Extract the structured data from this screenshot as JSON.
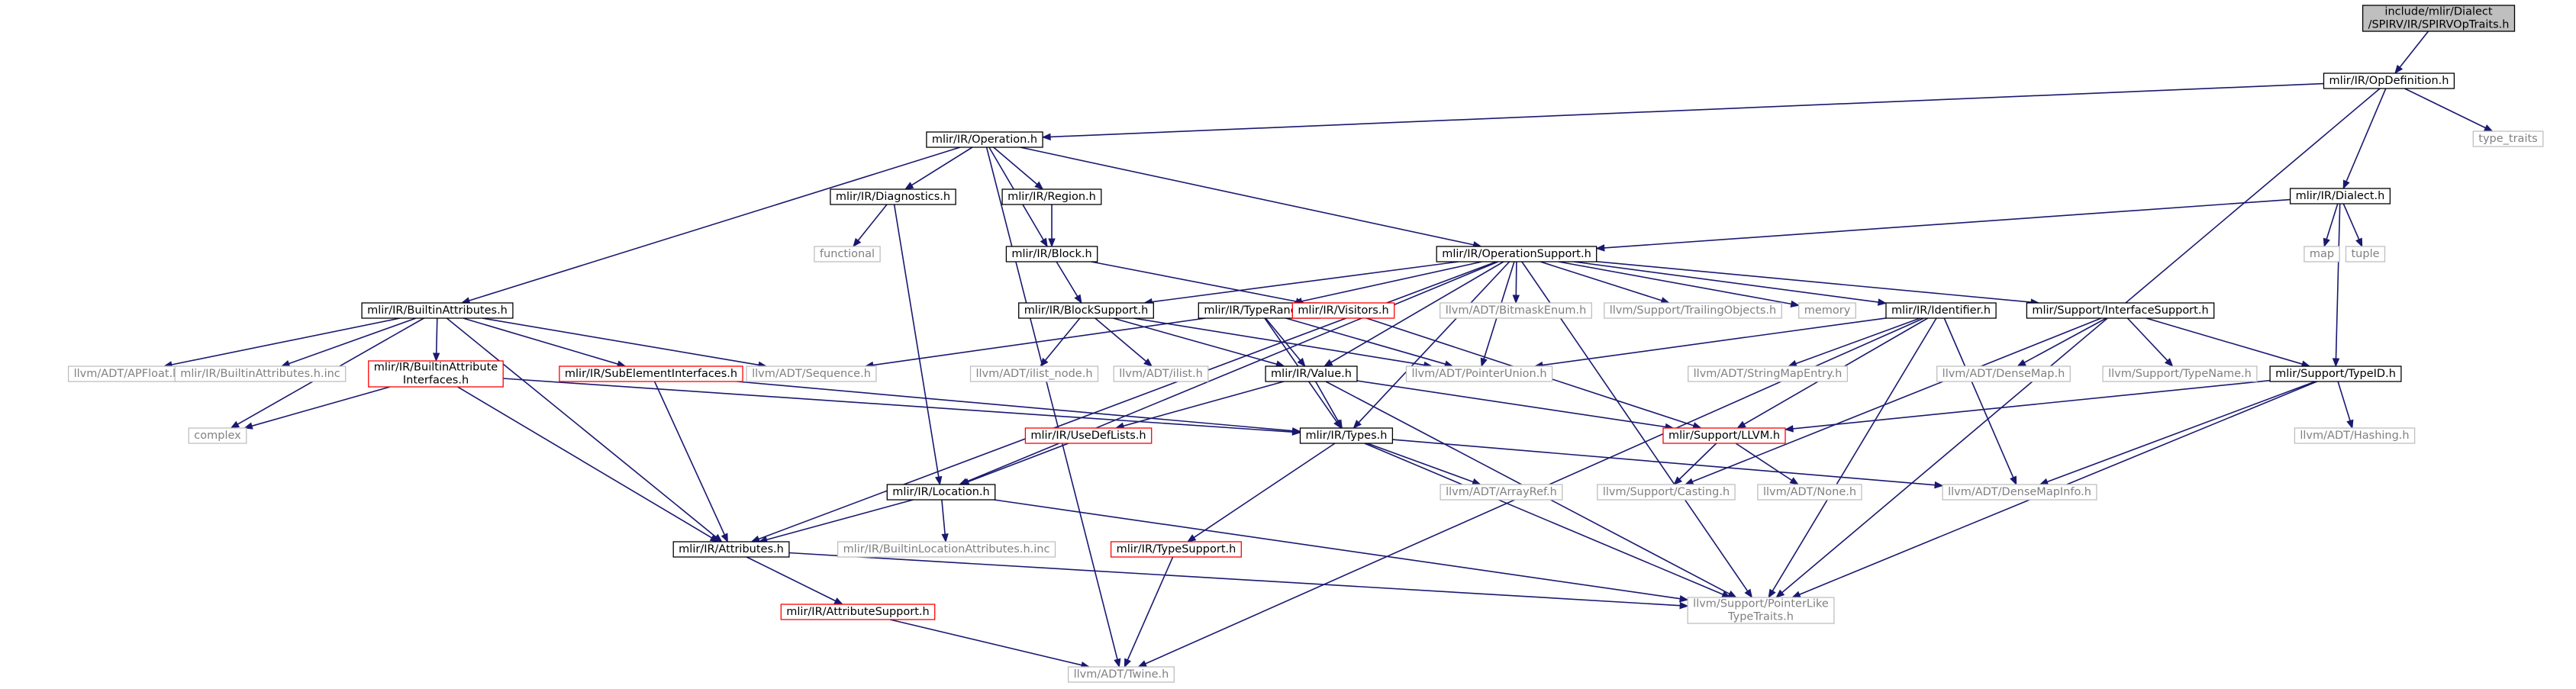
{
  "colors": {
    "edge": "#191970",
    "focus_fill": "#bfbfbf",
    "normal": "#000000",
    "ext": "#bfbfbf",
    "missing": "#ff0000",
    "ext_text": "#808080"
  },
  "nodes": [
    {
      "id": "spirv",
      "type": "focus",
      "lines": [
        "include/mlir/Dialect",
        "/SPIRV/IR/SPIRVOpTraits.h"
      ]
    },
    {
      "id": "opdef",
      "type": "normal",
      "lines": [
        "mlir/IR/OpDefinition.h"
      ]
    },
    {
      "id": "operation",
      "type": "normal",
      "lines": [
        "mlir/IR/Operation.h"
      ]
    },
    {
      "id": "type_traits",
      "type": "ext",
      "lines": [
        "type_traits"
      ]
    },
    {
      "id": "dialect",
      "type": "normal",
      "lines": [
        "mlir/IR/Dialect.h"
      ]
    },
    {
      "id": "diagnostics",
      "type": "normal",
      "lines": [
        "mlir/IR/Diagnostics.h"
      ]
    },
    {
      "id": "region",
      "type": "normal",
      "lines": [
        "mlir/IR/Region.h"
      ]
    },
    {
      "id": "functional",
      "type": "ext",
      "lines": [
        "functional"
      ]
    },
    {
      "id": "block",
      "type": "normal",
      "lines": [
        "mlir/IR/Block.h"
      ]
    },
    {
      "id": "opsupport",
      "type": "normal",
      "lines": [
        "mlir/IR/OperationSupport.h"
      ]
    },
    {
      "id": "map",
      "type": "ext",
      "lines": [
        "map"
      ]
    },
    {
      "id": "tuple",
      "type": "ext",
      "lines": [
        "tuple"
      ]
    },
    {
      "id": "builtinattrs",
      "type": "normal",
      "lines": [
        "mlir/IR/BuiltinAttributes.h"
      ]
    },
    {
      "id": "blocksupport",
      "type": "normal",
      "lines": [
        "mlir/IR/BlockSupport.h"
      ]
    },
    {
      "id": "typerange",
      "type": "normal",
      "lines": [
        "mlir/IR/TypeRange.h"
      ]
    },
    {
      "id": "visitors",
      "type": "missing",
      "lines": [
        "mlir/IR/Visitors.h"
      ]
    },
    {
      "id": "bitmaskenum",
      "type": "ext",
      "lines": [
        "llvm/ADT/BitmaskEnum.h"
      ]
    },
    {
      "id": "trailingobjects",
      "type": "ext",
      "lines": [
        "llvm/Support/TrailingObjects.h"
      ]
    },
    {
      "id": "memory",
      "type": "ext",
      "lines": [
        "memory"
      ]
    },
    {
      "id": "identifier",
      "type": "normal",
      "lines": [
        "mlir/IR/Identifier.h"
      ]
    },
    {
      "id": "interfacesupport",
      "type": "normal",
      "lines": [
        "mlir/Support/InterfaceSupport.h"
      ]
    },
    {
      "id": "apfloat",
      "type": "ext",
      "lines": [
        "llvm/ADT/APFloat.h"
      ]
    },
    {
      "id": "builtinattrsinc",
      "type": "ext",
      "lines": [
        "mlir/IR/BuiltinAttributes.h.inc"
      ]
    },
    {
      "id": "builtinattrinterfaces",
      "type": "missing",
      "lines": [
        "mlir/IR/BuiltinAttribute",
        "Interfaces.h"
      ]
    },
    {
      "id": "subelement",
      "type": "missing",
      "lines": [
        "mlir/IR/SubElementInterfaces.h"
      ]
    },
    {
      "id": "sequence",
      "type": "ext",
      "lines": [
        "llvm/ADT/Sequence.h"
      ]
    },
    {
      "id": "ilistnode",
      "type": "ext",
      "lines": [
        "llvm/ADT/ilist_node.h"
      ]
    },
    {
      "id": "ilist",
      "type": "ext",
      "lines": [
        "llvm/ADT/ilist.h"
      ]
    },
    {
      "id": "value",
      "type": "normal",
      "lines": [
        "mlir/IR/Value.h"
      ]
    },
    {
      "id": "pointerunion",
      "type": "ext",
      "lines": [
        "llvm/ADT/PointerUnion.h"
      ]
    },
    {
      "id": "stringmapentry",
      "type": "ext",
      "lines": [
        "llvm/ADT/StringMapEntry.h"
      ]
    },
    {
      "id": "densemap",
      "type": "ext",
      "lines": [
        "llvm/ADT/DenseMap.h"
      ]
    },
    {
      "id": "typename",
      "type": "ext",
      "lines": [
        "llvm/Support/TypeName.h"
      ]
    },
    {
      "id": "typeid",
      "type": "normal",
      "lines": [
        "mlir/Support/TypeID.h"
      ]
    },
    {
      "id": "complex",
      "type": "ext",
      "lines": [
        "complex"
      ]
    },
    {
      "id": "usedeflists",
      "type": "missing",
      "lines": [
        "mlir/IR/UseDefLists.h"
      ]
    },
    {
      "id": "types",
      "type": "normal",
      "lines": [
        "mlir/IR/Types.h"
      ]
    },
    {
      "id": "llvmh",
      "type": "missing",
      "lines": [
        "mlir/Support/LLVM.h"
      ]
    },
    {
      "id": "hashing",
      "type": "ext",
      "lines": [
        "llvm/ADT/Hashing.h"
      ]
    },
    {
      "id": "location",
      "type": "normal",
      "lines": [
        "mlir/IR/Location.h"
      ]
    },
    {
      "id": "arrayref",
      "type": "ext",
      "lines": [
        "llvm/ADT/ArrayRef.h"
      ]
    },
    {
      "id": "casting",
      "type": "ext",
      "lines": [
        "llvm/Support/Casting.h"
      ]
    },
    {
      "id": "none",
      "type": "ext",
      "lines": [
        "llvm/ADT/None.h"
      ]
    },
    {
      "id": "densemapinfo",
      "type": "ext",
      "lines": [
        "llvm/ADT/DenseMapInfo.h"
      ]
    },
    {
      "id": "attributes",
      "type": "normal",
      "lines": [
        "mlir/IR/Attributes.h"
      ]
    },
    {
      "id": "builtinlocinc",
      "type": "ext",
      "lines": [
        "mlir/IR/BuiltinLocationAttributes.h.inc"
      ]
    },
    {
      "id": "typesupport",
      "type": "missing",
      "lines": [
        "mlir/IR/TypeSupport.h"
      ]
    },
    {
      "id": "attrsupport",
      "type": "missing",
      "lines": [
        "mlir/IR/AttributeSupport.h"
      ]
    },
    {
      "id": "pointerlike",
      "type": "ext",
      "lines": [
        "llvm/Support/PointerLike",
        "TypeTraits.h"
      ]
    },
    {
      "id": "twine",
      "type": "ext",
      "lines": [
        "llvm/ADT/Twine.h"
      ]
    }
  ],
  "edges": [
    [
      "spirv",
      "opdef"
    ],
    [
      "opdef",
      "operation"
    ],
    [
      "opdef",
      "type_traits"
    ],
    [
      "opdef",
      "dialect"
    ],
    [
      "opdef",
      "pointerlike"
    ],
    [
      "operation",
      "diagnostics"
    ],
    [
      "operation",
      "region"
    ],
    [
      "operation",
      "block"
    ],
    [
      "operation",
      "opsupport"
    ],
    [
      "operation",
      "builtinattrs"
    ],
    [
      "operation",
      "twine"
    ],
    [
      "dialect",
      "opsupport"
    ],
    [
      "dialect",
      "map"
    ],
    [
      "dialect",
      "tuple"
    ],
    [
      "dialect",
      "typeid"
    ],
    [
      "diagnostics",
      "functional"
    ],
    [
      "diagnostics",
      "location"
    ],
    [
      "region",
      "block"
    ],
    [
      "block",
      "blocksupport"
    ],
    [
      "block",
      "visitors"
    ],
    [
      "opsupport",
      "blocksupport"
    ],
    [
      "opsupport",
      "typerange"
    ],
    [
      "opsupport",
      "bitmaskenum"
    ],
    [
      "opsupport",
      "trailingobjects"
    ],
    [
      "opsupport",
      "memory"
    ],
    [
      "opsupport",
      "identifier"
    ],
    [
      "opsupport",
      "interfacesupport"
    ],
    [
      "opsupport",
      "pointerunion"
    ],
    [
      "opsupport",
      "value"
    ],
    [
      "opsupport",
      "location"
    ],
    [
      "opsupport",
      "attributes"
    ],
    [
      "opsupport",
      "types"
    ],
    [
      "opsupport",
      "pointerlike"
    ],
    [
      "builtinattrs",
      "apfloat"
    ],
    [
      "builtinattrs",
      "builtinattrsinc"
    ],
    [
      "builtinattrs",
      "builtinattrinterfaces"
    ],
    [
      "builtinattrs",
      "subelement"
    ],
    [
      "builtinattrs",
      "sequence"
    ],
    [
      "builtinattrs",
      "complex"
    ],
    [
      "builtinattrs",
      "attributes"
    ],
    [
      "blocksupport",
      "ilistnode"
    ],
    [
      "blocksupport",
      "ilist"
    ],
    [
      "blocksupport",
      "value"
    ],
    [
      "blocksupport",
      "pointerunion"
    ],
    [
      "typerange",
      "value"
    ],
    [
      "typerange",
      "types"
    ],
    [
      "typerange",
      "pointerunion"
    ],
    [
      "typerange",
      "sequence"
    ],
    [
      "visitors",
      "llvmh"
    ],
    [
      "identifier",
      "stringmapentry"
    ],
    [
      "identifier",
      "pointerunion"
    ],
    [
      "identifier",
      "llvmh"
    ],
    [
      "identifier",
      "densemapinfo"
    ],
    [
      "identifier",
      "pointerlike"
    ],
    [
      "identifier",
      "twine"
    ],
    [
      "interfacesupport",
      "densemap"
    ],
    [
      "interfacesupport",
      "typename"
    ],
    [
      "interfacesupport",
      "typeid"
    ],
    [
      "interfacesupport",
      "casting"
    ],
    [
      "builtinattrinterfaces",
      "complex"
    ],
    [
      "builtinattrinterfaces",
      "types"
    ],
    [
      "builtinattrinterfaces",
      "attributes"
    ],
    [
      "subelement",
      "attributes"
    ],
    [
      "subelement",
      "types"
    ],
    [
      "value",
      "types"
    ],
    [
      "value",
      "usedeflists"
    ],
    [
      "value",
      "llvmh"
    ],
    [
      "value",
      "pointerlike"
    ],
    [
      "typeid",
      "llvmh"
    ],
    [
      "typeid",
      "hashing"
    ],
    [
      "typeid",
      "densemapinfo"
    ],
    [
      "typeid",
      "pointerlike"
    ],
    [
      "usedeflists",
      "location"
    ],
    [
      "types",
      "arrayref"
    ],
    [
      "types",
      "densemapinfo"
    ],
    [
      "types",
      "typesupport"
    ],
    [
      "types",
      "pointerlike"
    ],
    [
      "llvmh",
      "casting"
    ],
    [
      "llvmh",
      "none"
    ],
    [
      "location",
      "attributes"
    ],
    [
      "location",
      "builtinlocinc"
    ],
    [
      "location",
      "pointerlike"
    ],
    [
      "attributes",
      "attrsupport"
    ],
    [
      "attributes",
      "pointerlike"
    ],
    [
      "typesupport",
      "twine"
    ],
    [
      "attrsupport",
      "twine"
    ]
  ]
}
